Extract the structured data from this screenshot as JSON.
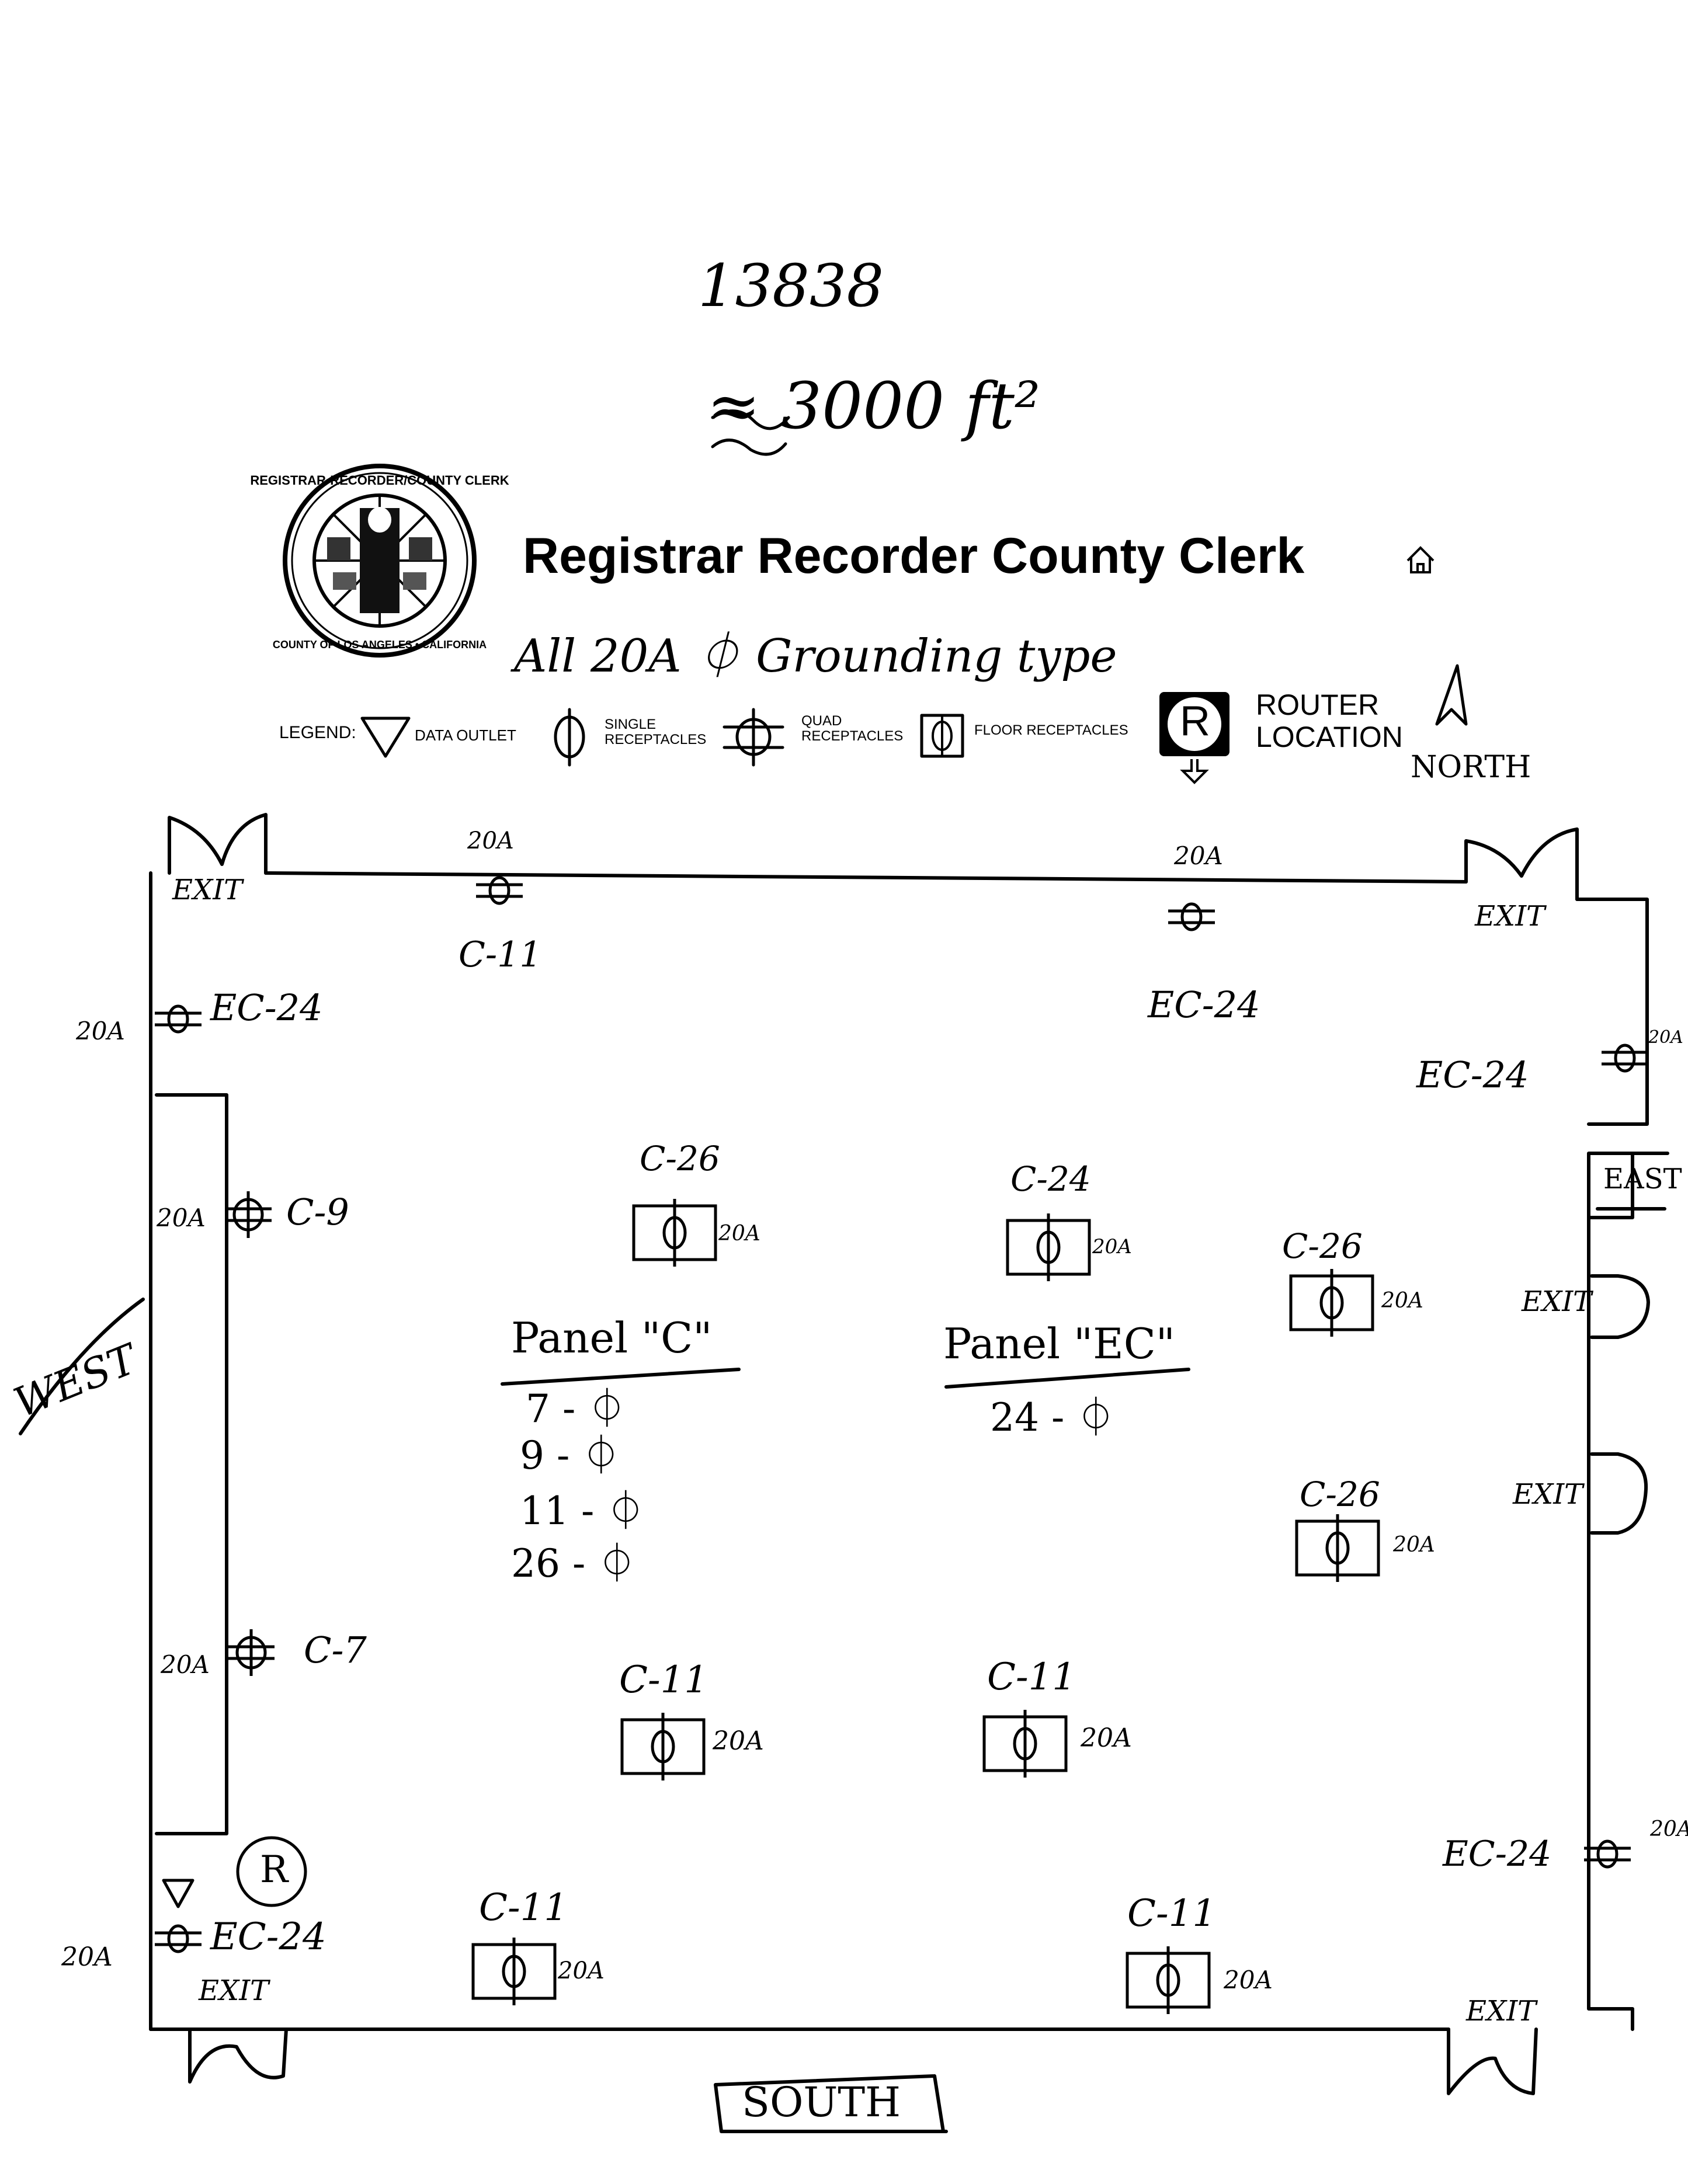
{
  "header": {
    "note_number": "13838",
    "note_area": "≈ 3000 ft²",
    "title": "Registrar Recorder County Clerk",
    "subtitle_note": "All 20A ⏀ Grounding type",
    "seal_text_top": "REGISTRAR-RECORDER/COUNTY CLERK",
    "seal_text_bottom": "COUNTY OF LOS ANGELES • CALIFORNIA"
  },
  "legend": {
    "label": "LEGEND:",
    "items": [
      {
        "icon": "data-outlet-icon",
        "text": "DATA OUTLET"
      },
      {
        "icon": "single-receptacle-icon",
        "text": "SINGLE RECEPTACLES"
      },
      {
        "icon": "quad-receptacle-icon",
        "text": "QUAD RECEPTACLES"
      },
      {
        "icon": "floor-receptacle-icon",
        "text": "FLOOR RECEPTACLES"
      }
    ],
    "router_letter": "R",
    "router_text": "ROUTER LOCATION",
    "north_text": "NORTH"
  },
  "directions": {
    "west": "WEST",
    "east": "EAST",
    "south": "SOUTH"
  },
  "exits": [
    "EXIT",
    "EXIT",
    "EXIT",
    "EXIT",
    "EXIT",
    "EXIT"
  ],
  "wall_outlets": [
    {
      "circuit": "C-11",
      "amp": "20A"
    },
    {
      "circuit": "EC-24",
      "amp": "20A"
    },
    {
      "circuit": "EC-24",
      "amp": "20A"
    },
    {
      "circuit": "EC-24",
      "amp": "20A"
    },
    {
      "circuit": "C-9",
      "amp": "20A"
    },
    {
      "circuit": "C-7",
      "amp": "20A"
    },
    {
      "circuit": "EC-24",
      "amp": "20A"
    },
    {
      "circuit": "EC-24",
      "amp": "20A"
    }
  ],
  "floor_outlets": [
    {
      "circuit": "C-26",
      "amp": "20A"
    },
    {
      "circuit": "C-24",
      "amp": "20A"
    },
    {
      "circuit": "C-26",
      "amp": "20A"
    },
    {
      "circuit": "C-26",
      "amp": "20A"
    },
    {
      "circuit": "C-11",
      "amp": "20A"
    },
    {
      "circuit": "C-11",
      "amp": "20A"
    },
    {
      "circuit": "C-11",
      "amp": "20A"
    },
    {
      "circuit": "C-11",
      "amp": "20A"
    }
  ],
  "panels": [
    {
      "title": "Panel \"C\"",
      "lines": [
        "7 - ⏀",
        "9 - ⏀",
        "11 - ⏀",
        "26 - ⏀"
      ]
    },
    {
      "title": "Panel \"EC\"",
      "lines": [
        "24 - ⏀"
      ]
    }
  ],
  "router_marker": "R"
}
